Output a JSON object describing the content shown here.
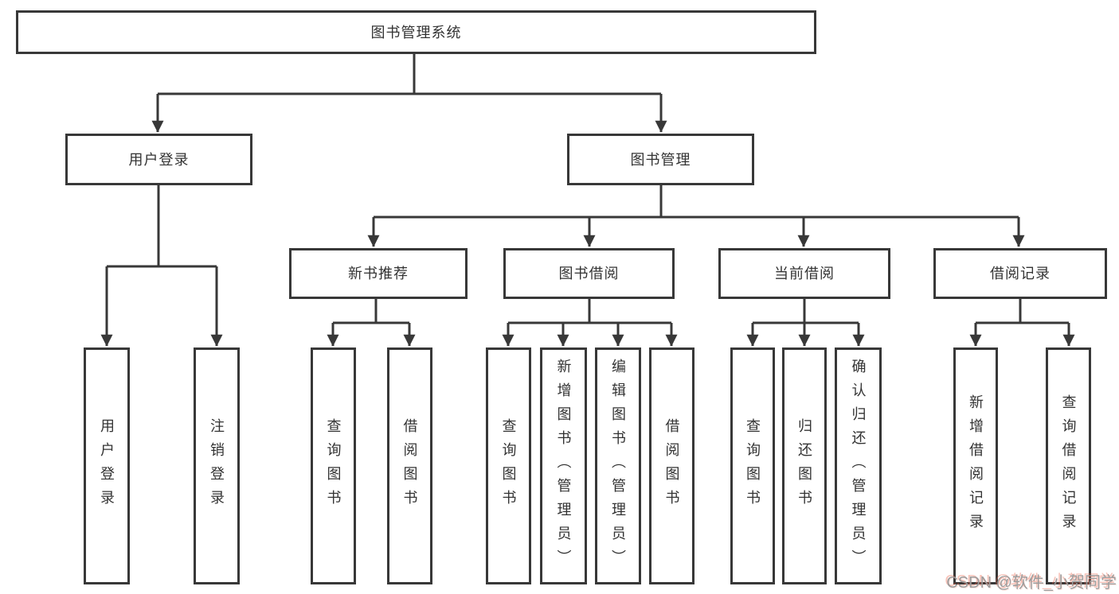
{
  "tree": {
    "label": "图书管理系统",
    "children": [
      {
        "label": "用户登录",
        "children": [
          {
            "label": "用户登录"
          },
          {
            "label": "注销登录"
          }
        ]
      },
      {
        "label": "图书管理",
        "children": [
          {
            "label": "新书推荐",
            "children": [
              {
                "label": "查询图书"
              },
              {
                "label": "借阅图书"
              }
            ]
          },
          {
            "label": "图书借阅",
            "children": [
              {
                "label": "查询图书"
              },
              {
                "label": "新增图书（管理员）"
              },
              {
                "label": "编辑图书（管理员）"
              },
              {
                "label": "借阅图书"
              }
            ]
          },
          {
            "label": "当前借阅",
            "children": [
              {
                "label": "查询图书"
              },
              {
                "label": "归还图书"
              },
              {
                "label": "确认归还（管理员）"
              }
            ]
          },
          {
            "label": "借阅记录",
            "children": [
              {
                "label": "新增借阅记录"
              },
              {
                "label": "查询借阅记录"
              }
            ]
          }
        ]
      }
    ]
  },
  "watermark": {
    "text": "CSDN @软件_小贺同学"
  },
  "colors": {
    "line": "#383838",
    "text": "#333333",
    "background": "#ffffff",
    "watermark": "#9c9c9c",
    "watermark_accent": "#ec6a50"
  }
}
